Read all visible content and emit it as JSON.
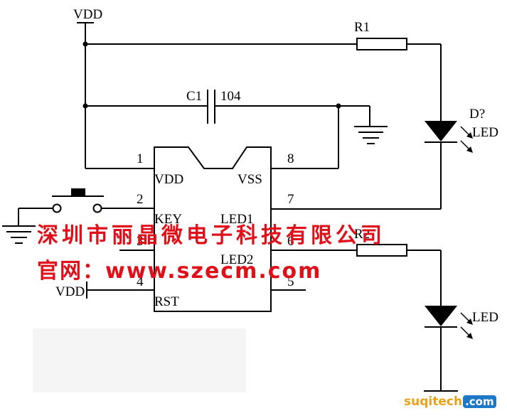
{
  "labels": {
    "vdd_top": "VDD",
    "r1": "R1",
    "c1": "C1",
    "c1_value": "104",
    "d_ref": "D?",
    "led_top": "LED",
    "led_bottom": "LED",
    "r2": "R2",
    "vdd_rst": "VDD"
  },
  "ic": {
    "pins_left": [
      {
        "num": "1",
        "name": "VDD"
      },
      {
        "num": "2",
        "name": "KEY"
      },
      {
        "num": "3",
        "name": ""
      },
      {
        "num": "4",
        "name": "RST"
      }
    ],
    "pins_right": [
      {
        "num": "8",
        "name": "VSS"
      },
      {
        "num": "7",
        "name": ""
      },
      {
        "num": "6",
        "name": "LED1"
      },
      {
        "num": "5",
        "name": "LED2"
      }
    ]
  },
  "watermark": {
    "company": "深圳市丽晶微电子科技有限公司",
    "website": "官网：www.szecm.com"
  },
  "badge": {
    "name": "suqitech",
    "domain": ".com"
  },
  "colors": {
    "wire": "#000000",
    "watermark": "#e0101a",
    "badge_name": "#e8a21a",
    "badge_domain_bg": "#1e78c8"
  }
}
